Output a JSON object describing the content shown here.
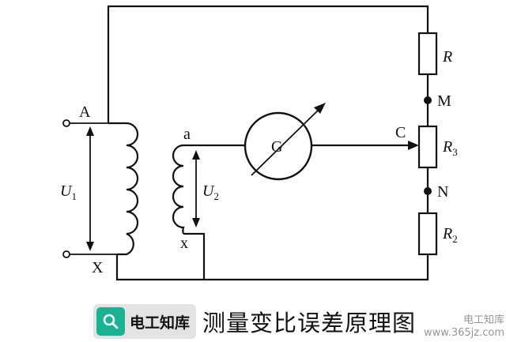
{
  "labels": {
    "A": "A",
    "X": "X",
    "a": "a",
    "x": "x",
    "U1": "U",
    "U1_sub": "1",
    "U2": "U",
    "U2_sub": "2",
    "G": "G",
    "R": "R",
    "M": "M",
    "C": "C",
    "R3": "R",
    "R3_sub": "3",
    "N": "N",
    "R2": "R",
    "R2_sub": "2"
  },
  "caption": {
    "brand": "电工知库",
    "title": "测量变比误差原理图"
  },
  "watermark": {
    "line1": "电工知库",
    "line2": "www.365jz.com"
  },
  "colors": {
    "line": "#111111",
    "brand_accent": "#19b394",
    "brand_bg": "#e3e3e3"
  }
}
